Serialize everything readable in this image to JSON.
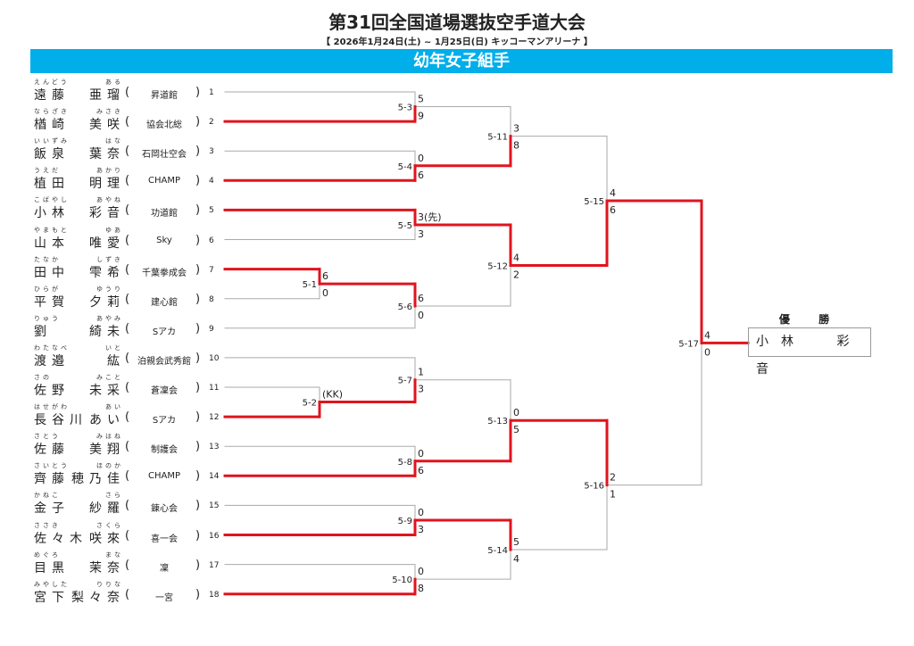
{
  "header": {
    "title": "第31回全国道場選抜空手道大会",
    "subtitle": "【 2026年1月24日(土) ~ 1月25日(日)  キッコーマンアリーナ 】",
    "division": "幼年女子組手"
  },
  "colors": {
    "winner": "#e0141e",
    "line": "#aaaaaa",
    "banner": "#00aeea"
  },
  "players": [
    {
      "no": "1",
      "sur": "遠藤",
      "giv": "亜瑠",
      "fs": "えんどう",
      "fg": "ある",
      "dojo": "昇道館"
    },
    {
      "no": "2",
      "sur": "楢崎",
      "giv": "美咲",
      "fs": "ならざき",
      "fg": "みさき",
      "dojo": "協会北総"
    },
    {
      "no": "3",
      "sur": "飯泉",
      "giv": "葉奈",
      "fs": "いいずみ",
      "fg": "はな",
      "dojo": "石岡壮空会"
    },
    {
      "no": "4",
      "sur": "植田",
      "giv": "明理",
      "fs": "うえだ",
      "fg": "あかり",
      "dojo": "CHAMP"
    },
    {
      "no": "5",
      "sur": "小林",
      "giv": "彩音",
      "fs": "こばやし",
      "fg": "あやね",
      "dojo": "功道館"
    },
    {
      "no": "6",
      "sur": "山本",
      "giv": "唯愛",
      "fs": "やまもと",
      "fg": "ゆあ",
      "dojo": "Sky"
    },
    {
      "no": "7",
      "sur": "田中",
      "giv": "雫希",
      "fs": "たなか",
      "fg": "しずき",
      "dojo": "千葉拳成会"
    },
    {
      "no": "8",
      "sur": "平賀",
      "giv": "夕莉",
      "fs": "ひらが",
      "fg": "ゆうり",
      "dojo": "建心館"
    },
    {
      "no": "9",
      "sur": "劉",
      "giv": "綺未",
      "fs": "りゅう",
      "fg": "あやみ",
      "dojo": "Sアカ"
    },
    {
      "no": "10",
      "sur": "渡邉",
      "giv": "紘",
      "fs": "わたなべ",
      "fg": "いと",
      "dojo": "泊親会武秀館"
    },
    {
      "no": "11",
      "sur": "佐野",
      "giv": "未采",
      "fs": "さの",
      "fg": "みこと",
      "dojo": "蒼凜会"
    },
    {
      "no": "12",
      "sur": "長谷川",
      "giv": "あい",
      "fs": "はせがわ",
      "fg": "あい",
      "dojo": "Sアカ"
    },
    {
      "no": "13",
      "sur": "佐藤",
      "giv": "美翔",
      "fs": "さとう",
      "fg": "みはね",
      "dojo": "制護会"
    },
    {
      "no": "14",
      "sur": "齊藤",
      "giv": "穂乃佳",
      "fs": "さいとう",
      "fg": "ほのか",
      "dojo": "CHAMP"
    },
    {
      "no": "15",
      "sur": "金子",
      "giv": "紗羅",
      "fs": "かねこ",
      "fg": "さら",
      "dojo": "錬心会"
    },
    {
      "no": "16",
      "sur": "佐々木",
      "giv": "咲來",
      "fs": "ささき",
      "fg": "さくら",
      "dojo": "喜一会"
    },
    {
      "no": "17",
      "sur": "目黒",
      "giv": "茉奈",
      "fs": "めぐろ",
      "fg": "まな",
      "dojo": "凜"
    },
    {
      "no": "18",
      "sur": "宮下",
      "giv": "梨々奈",
      "fs": "みやした",
      "fg": "りりな",
      "dojo": "一宮"
    }
  ],
  "matches": [
    {
      "id": "5-1",
      "round": 1,
      "top": "p7",
      "bot": "p8",
      "s": [
        "6",
        "0"
      ],
      "w": 0
    },
    {
      "id": "5-2",
      "round": 1,
      "top": "p11",
      "bot": "p12",
      "s": [
        "(KK)",
        ""
      ],
      "w": 1
    },
    {
      "id": "5-3",
      "round": 2,
      "top": "p1",
      "bot": "p2",
      "s": [
        "5",
        "9"
      ],
      "w": 1
    },
    {
      "id": "5-4",
      "round": 2,
      "top": "p3",
      "bot": "p4",
      "s": [
        "0",
        "6"
      ],
      "w": 1
    },
    {
      "id": "5-5",
      "round": 2,
      "top": "p5",
      "bot": "p6",
      "s": [
        "3(先)",
        "3"
      ],
      "w": 0
    },
    {
      "id": "5-6",
      "round": 2,
      "top": "m5-1",
      "bot": "p9",
      "s": [
        "6",
        "0"
      ],
      "w": 0
    },
    {
      "id": "5-7",
      "round": 2,
      "top": "p10",
      "bot": "m5-2",
      "s": [
        "1",
        "3"
      ],
      "w": 1
    },
    {
      "id": "5-8",
      "round": 2,
      "top": "p13",
      "bot": "p14",
      "s": [
        "0",
        "6"
      ],
      "w": 1
    },
    {
      "id": "5-9",
      "round": 2,
      "top": "p15",
      "bot": "p16",
      "s": [
        "0",
        "3"
      ],
      "w": 1
    },
    {
      "id": "5-10",
      "round": 2,
      "top": "p17",
      "bot": "p18",
      "s": [
        "0",
        "8"
      ],
      "w": 1
    },
    {
      "id": "5-11",
      "round": 3,
      "top": "m5-3",
      "bot": "m5-4",
      "s": [
        "3",
        "8"
      ],
      "w": 1
    },
    {
      "id": "5-12",
      "round": 3,
      "top": "m5-5",
      "bot": "m5-6",
      "s": [
        "4",
        "2"
      ],
      "w": 0
    },
    {
      "id": "5-13",
      "round": 3,
      "top": "m5-7",
      "bot": "m5-8",
      "s": [
        "0",
        "5"
      ],
      "w": 1
    },
    {
      "id": "5-14",
      "round": 3,
      "top": "m5-9",
      "bot": "m5-10",
      "s": [
        "5",
        "4"
      ],
      "w": 0
    },
    {
      "id": "5-15",
      "round": 4,
      "top": "m5-11",
      "bot": "m5-12",
      "s": [
        "4",
        "6"
      ],
      "w": 1
    },
    {
      "id": "5-16",
      "round": 4,
      "top": "m5-13",
      "bot": "m5-14",
      "s": [
        "2",
        "1"
      ],
      "w": 0
    },
    {
      "id": "5-17",
      "round": 5,
      "top": "m5-15",
      "bot": "m5-16",
      "s": [
        "4",
        "0"
      ],
      "w": 0
    }
  ],
  "champion": {
    "label": "優 勝",
    "name": "小林 彩音"
  }
}
